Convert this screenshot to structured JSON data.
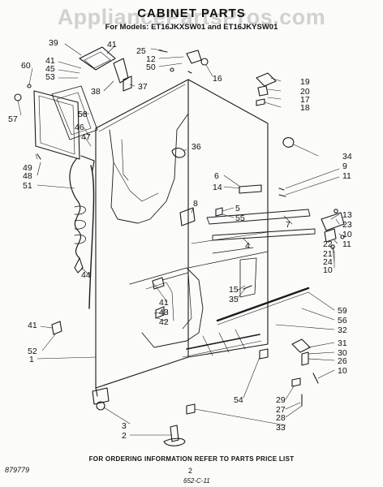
{
  "header": {
    "title": "CABINET PARTS",
    "subtitle": "For Models: ET16JKXSW01 and ET16JKYSW01"
  },
  "watermark": "AppliancePartsPros.com",
  "footer": {
    "note": "FOR ORDERING INFORMATION REFER TO PARTS PRICE LIST",
    "code_left": "879779",
    "page_number": "2",
    "code_right": "652-C-11"
  },
  "callouts": {
    "c39": "39",
    "c41a": "41",
    "c25": "25",
    "c12": "12",
    "c50": "50",
    "c16": "16",
    "c60": "60",
    "c41b": "41",
    "c45": "45",
    "c53": "53",
    "c38": "38",
    "c37": "37",
    "c57": "57",
    "c58": "58",
    "c46": "46",
    "c47": "47",
    "c49": "49",
    "c48": "48",
    "c51": "51",
    "c44": "44",
    "c41c": "41",
    "c52": "52",
    "c1": "1",
    "c19": "19",
    "c20": "20",
    "c17": "17",
    "c18": "18",
    "c36": "36",
    "c34": "34",
    "c9": "9",
    "c11a": "11",
    "c6": "6",
    "c14": "14",
    "c8": "8",
    "c5": "5",
    "c55": "55",
    "c7": "7",
    "c4": "4",
    "c13": "13",
    "c23": "23",
    "c10a": "10",
    "c11b": "11",
    "c22": "22",
    "c21": "21",
    "c24": "24",
    "c10b": "10",
    "c15": "15",
    "c35": "35",
    "c41d": "41",
    "c43": "43",
    "c42": "42",
    "c59": "59",
    "c56": "56",
    "c32": "32",
    "c31": "31",
    "c30": "30",
    "c26": "26",
    "c10c": "10",
    "c54": "54",
    "c29": "29",
    "c27": "27",
    "c28": "28",
    "c33": "33",
    "c3": "3",
    "c2": "2"
  }
}
